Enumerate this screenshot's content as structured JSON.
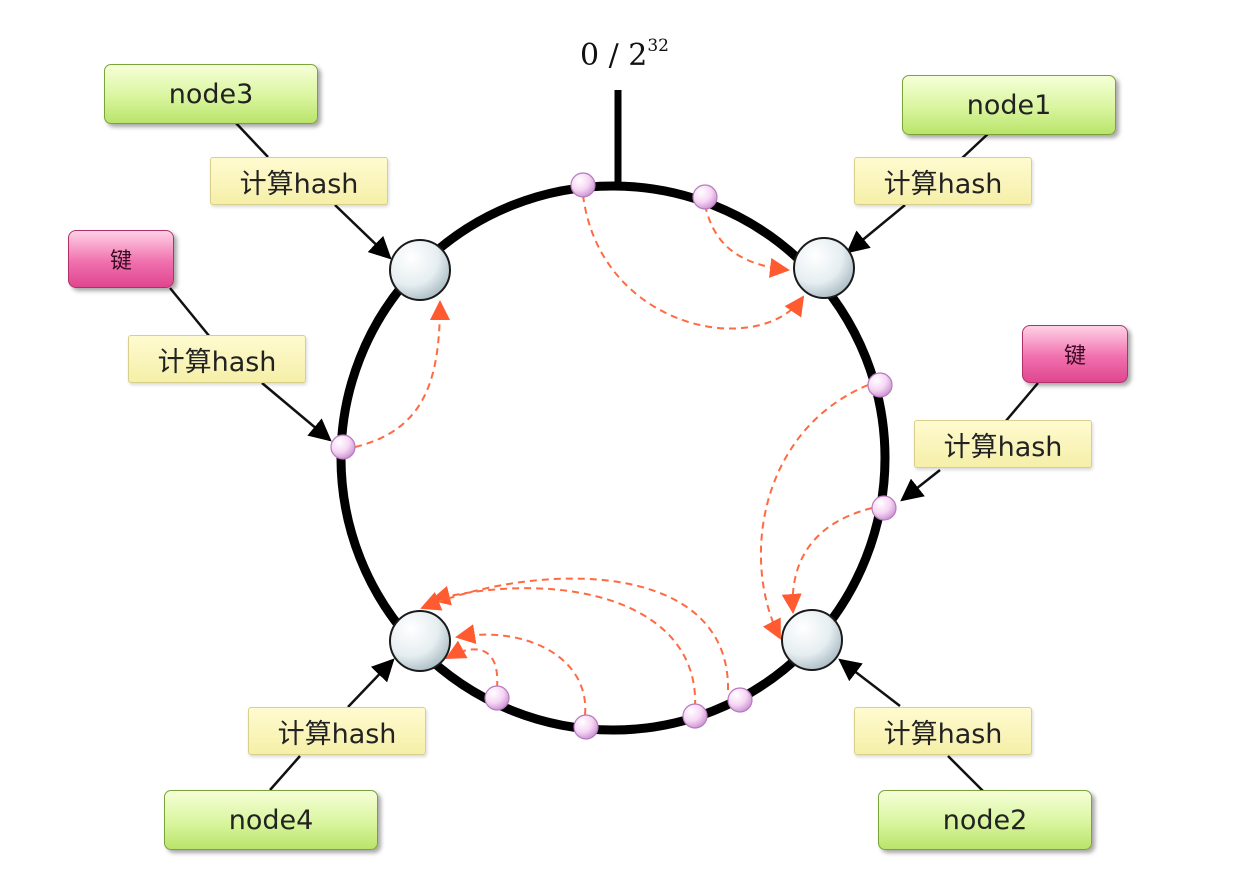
{
  "ring_label": {
    "base": "0 / 2",
    "exponent": "32"
  },
  "nodes": [
    {
      "label": "node3"
    },
    {
      "label": "node1"
    },
    {
      "label": "node4"
    },
    {
      "label": "node2"
    }
  ],
  "hash_label": "计算hash",
  "key_label": "键",
  "colors": {
    "ring": "#000000",
    "node_fill": "#c9f07a",
    "key_fill": "#f070ae",
    "hash_fill": "#f8f3b8",
    "arrow": "#ff6a40",
    "point": "#f4c8f2"
  }
}
